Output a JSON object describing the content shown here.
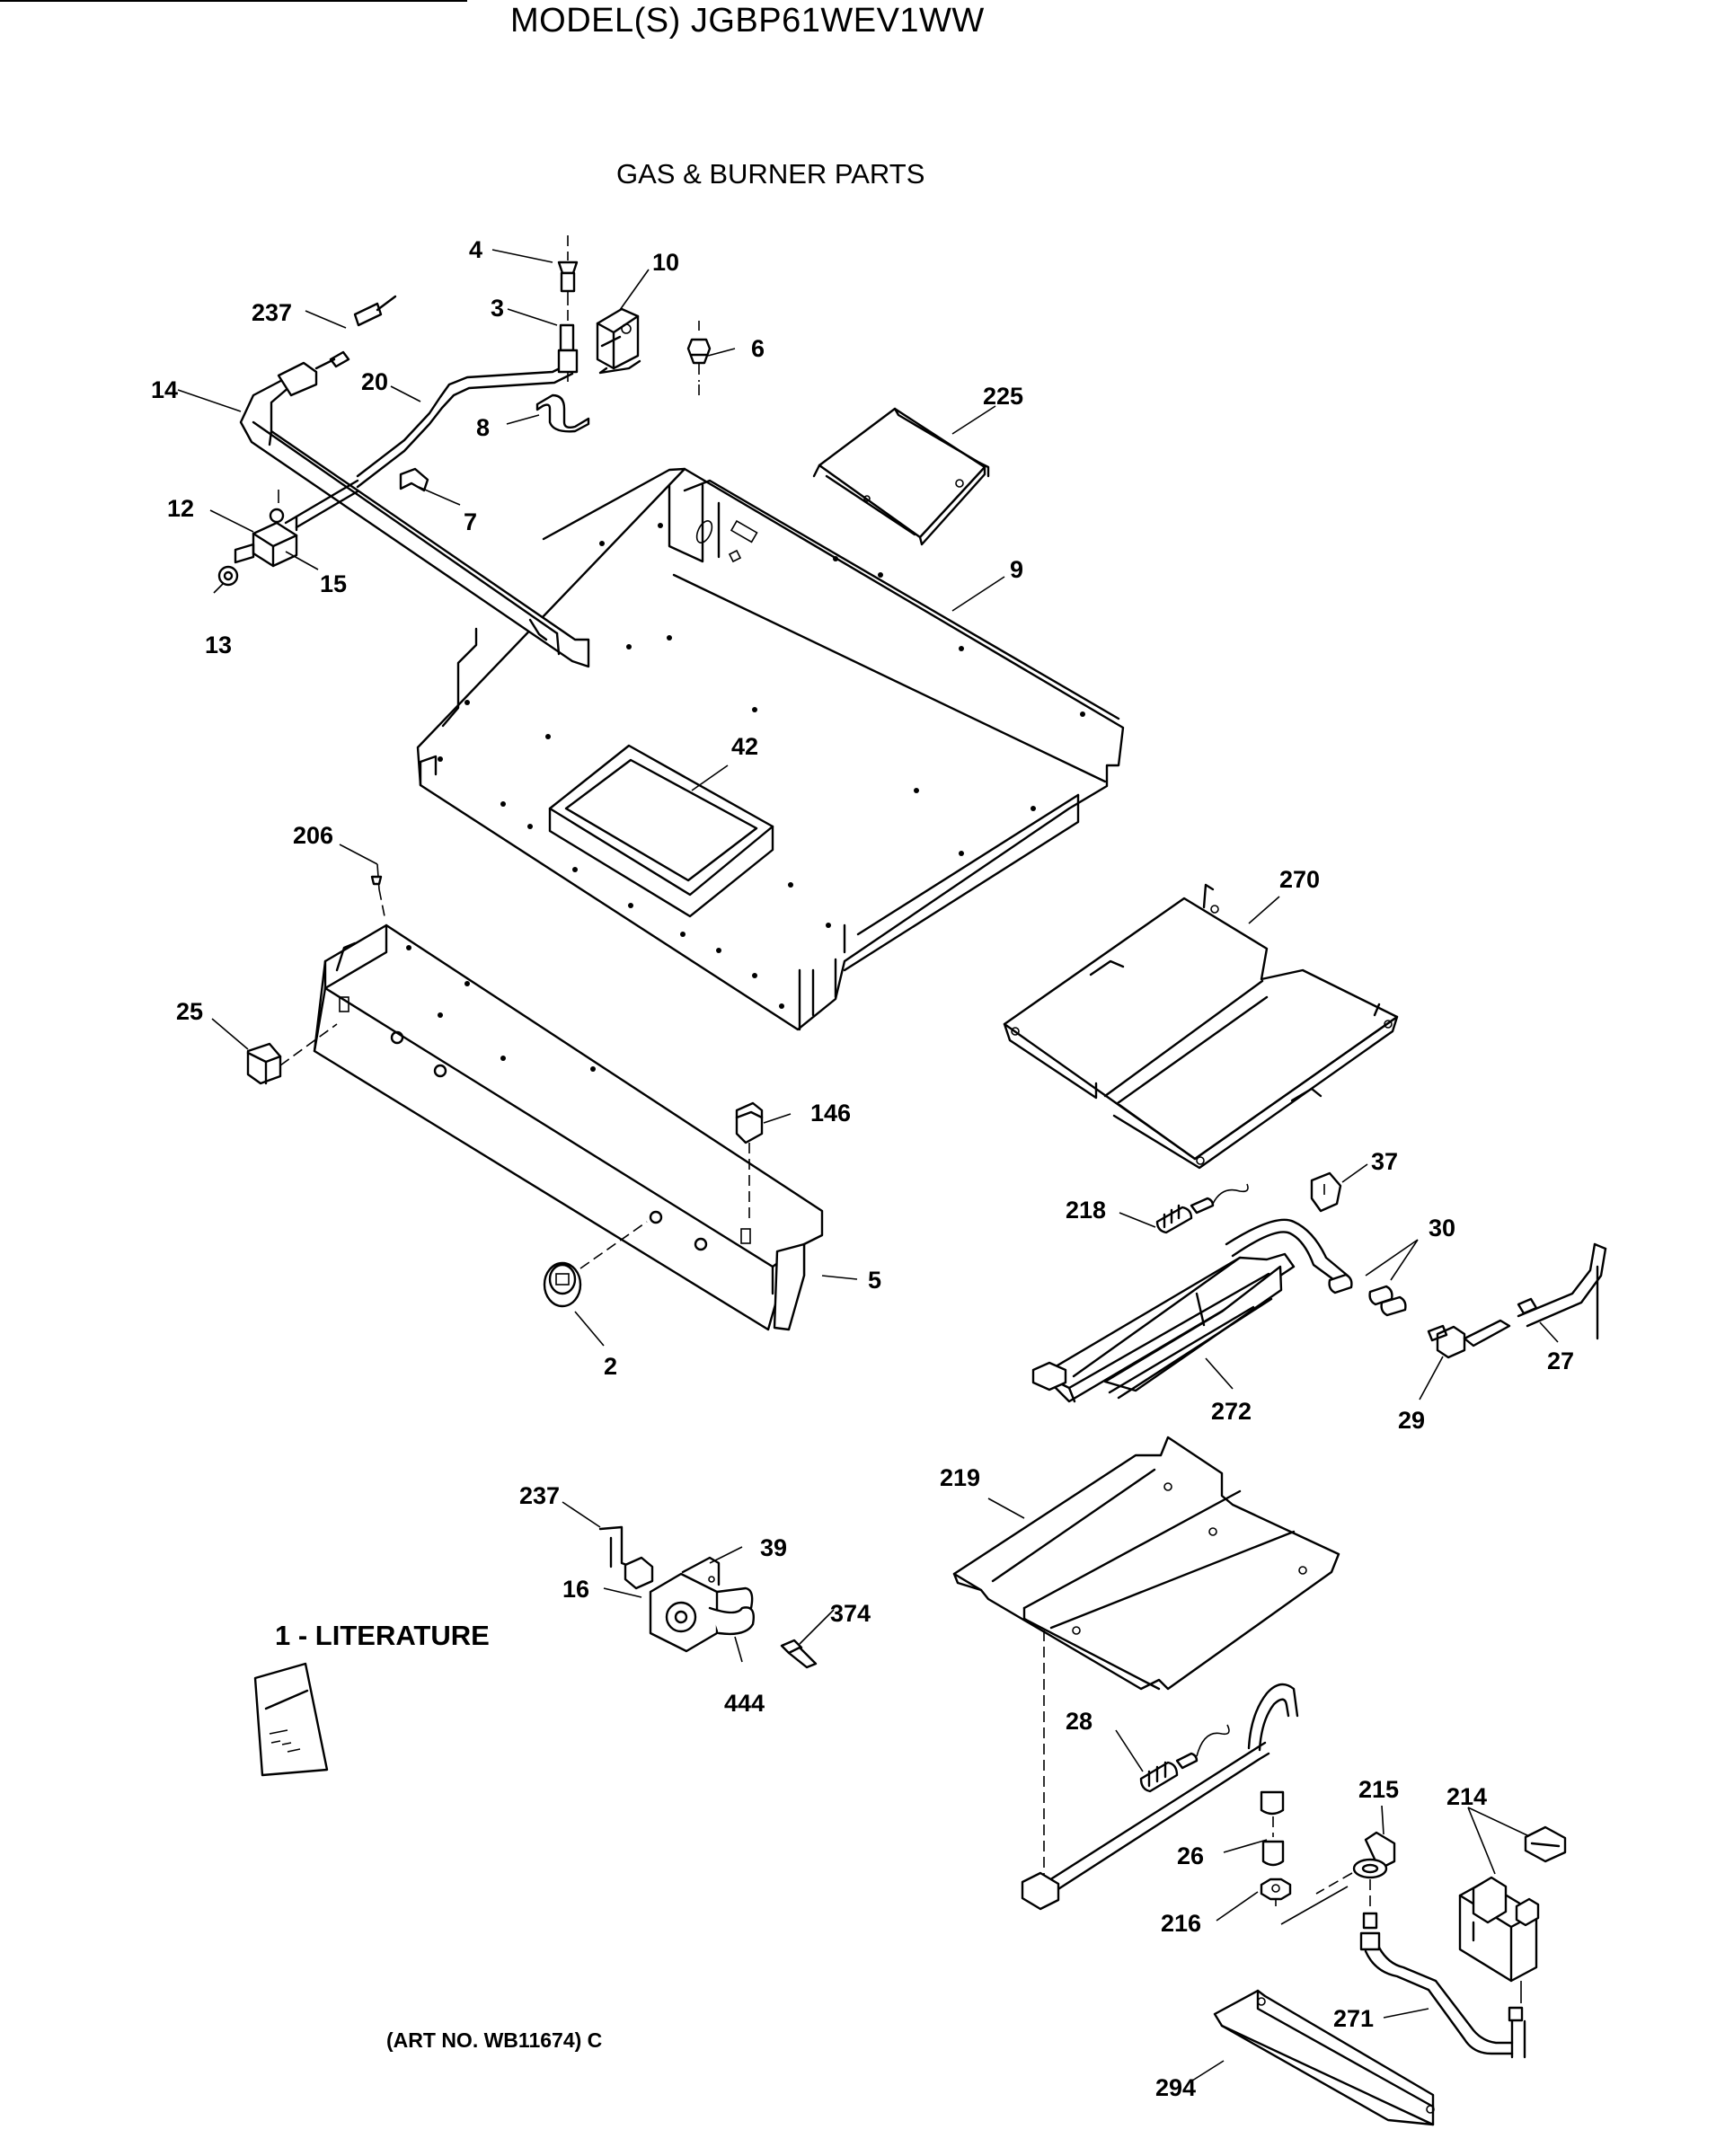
{
  "header": {
    "model_title": "MODEL(S) JGBP61WEV1WW",
    "section_title": "GAS & BURNER PARTS"
  },
  "literature_label": "1 - LITERATURE",
  "art_number": "(ART NO. WB11674) C",
  "callouts": [
    "4",
    "10",
    "237",
    "3",
    "6",
    "14",
    "20",
    "8",
    "225",
    "12",
    "7",
    "15",
    "9",
    "13",
    "42",
    "206",
    "270",
    "25",
    "146",
    "37",
    "218",
    "30",
    "5",
    "2",
    "27",
    "272",
    "29",
    "237",
    "219",
    "39",
    "16",
    "374",
    "444",
    "28",
    "215",
    "214",
    "26",
    "216",
    "271",
    "294"
  ]
}
